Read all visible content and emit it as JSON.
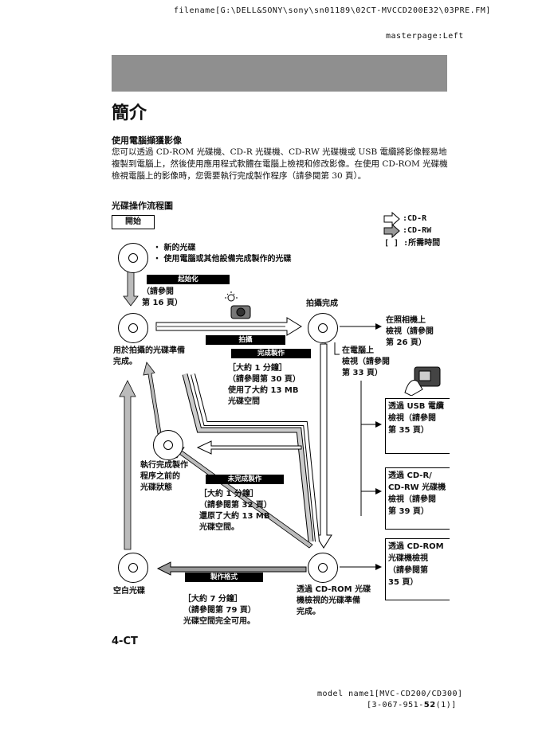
{
  "header": {
    "filename": "filename[G:\\DELL&SONY\\sony\\sn01189\\02CT-MVCCD200E32\\03PRE.FM]",
    "masterpage": "masterpage:Left"
  },
  "page_title": "簡介",
  "section1": {
    "heading": "使用電腦擷獲影像",
    "body": "您可以透過 CD-ROM 光碟機、CD-R 光碟機、CD-RW 光碟機或 USB 電纜將影像輕易地複製到電腦上，然後使用應用程式軟體在電腦上檢視和修改影像。在使用 CD-ROM 光碟機檢視電腦上的影像時，您需要執行完成製作程序（請參閱第 30 頁）。"
  },
  "section2": {
    "heading": "光碟操作流程圖"
  },
  "flow": {
    "start": "開始",
    "legend": {
      "cdr": ":CD-R",
      "cdrw": ":CD-RW",
      "time": "[ ] :所需時間"
    },
    "new_disc_1": "・ 新的光碟",
    "new_disc_2": "・ 使用電腦或其他設備完成製作的光碟",
    "init_tag": "起始化",
    "init_ref_1": "（請參閱",
    "init_ref_2": "第 16 頁）",
    "shoot_tag": "拍攝",
    "shoot_done": "拍攝完成",
    "ready_1": "用於拍攝的光碟準備",
    "ready_2": "完成。",
    "finalize_tag": "完成製作",
    "finalize_1": "［大約 1 分鐘］",
    "finalize_2": "（請參閱第 30 頁）",
    "finalize_3": "使用了大約 13 MB",
    "finalize_4": "光碟空間",
    "cam_view_1": "在照相機上",
    "cam_view_2": "檢視（請參閱",
    "cam_view_3": "第 26 頁）",
    "pc_view_1": "在電腦上",
    "pc_view_2": "檢視（請參閱",
    "pc_view_3": "第 33 頁）",
    "usb_1": "透過 USB 電纜",
    "usb_2": "檢視（請參閱",
    "usb_3": "第 35 頁）",
    "cdrw_1": "透過 CD-R/",
    "cdrw_2": "CD-RW 光碟機",
    "cdrw_3": "檢視（請參閱",
    "cdrw_4": "第 39 頁）",
    "cdrom_1": "透過 CD-ROM",
    "cdrom_2": "光碟機檢視",
    "cdrom_3": "（請參閱第",
    "cdrom_4": "35 頁）",
    "before_1": "執行完成製作",
    "before_2": "程序之前的",
    "before_3": "光碟狀態",
    "unfinal_tag": "未完成製作",
    "unfinal_1": "［大約 1 分鐘］",
    "unfinal_2": "（請參閱第 32 頁）",
    "unfinal_3": "還原了大約 13 MB",
    "unfinal_4": "光碟空間。",
    "blank": "空白光碟",
    "format_tag": "製作格式",
    "format_1": "［大約 7 分鐘］",
    "format_2": "（請參閱第 79 頁）",
    "format_3": "光碟空間完全可用。",
    "cdrom_ready_1": "透過 CD-ROM 光碟",
    "cdrom_ready_2": "機檢視的光碟準備",
    "cdrom_ready_3": "完成。"
  },
  "footer": {
    "page_number": "4-CT",
    "model_name": "model name1[MVC-CD200/CD300]",
    "part_prefix": "[3-067-951-",
    "part_bold": "52",
    "part_suffix": "(1)]"
  }
}
